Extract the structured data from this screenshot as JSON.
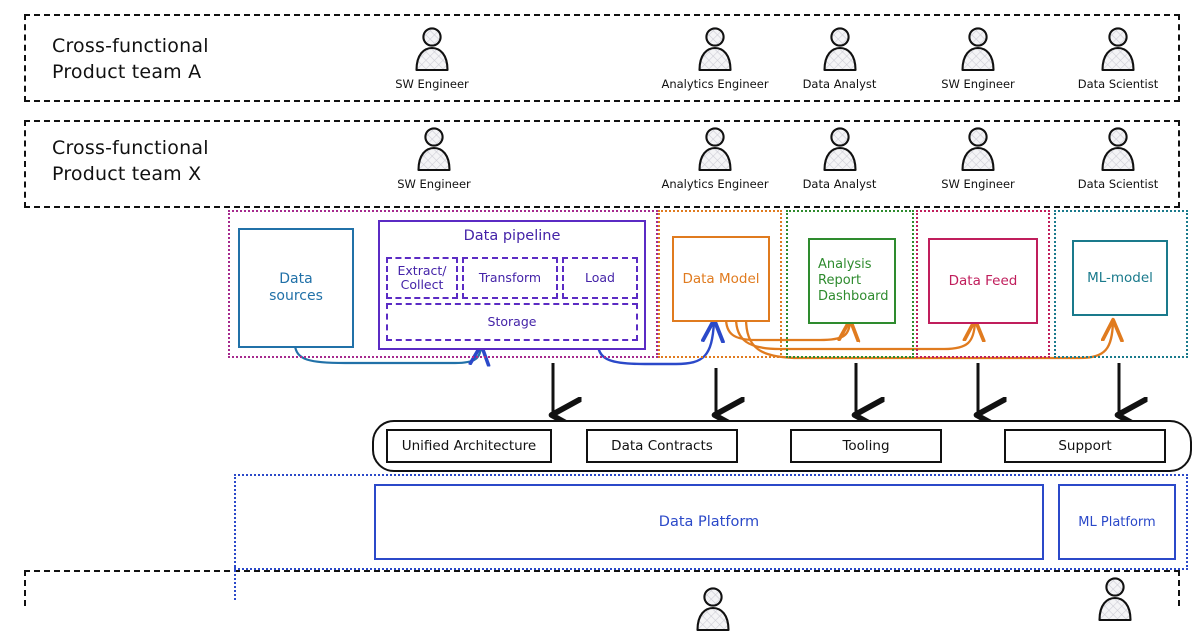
{
  "teams": [
    {
      "title": "Cross-functional\nProduct team A",
      "members": [
        {
          "role": "SW Engineer"
        },
        {
          "role": "Analytics Engineer"
        },
        {
          "role": "Data Analyst"
        },
        {
          "role": "SW Engineer"
        },
        {
          "role": "Data Scientist"
        }
      ]
    },
    {
      "title": "Cross-functional\nProduct team X",
      "members": [
        {
          "role": "SW Engineer"
        },
        {
          "role": "Analytics Engineer"
        },
        {
          "role": "Data Analyst"
        },
        {
          "role": "SW Engineer"
        },
        {
          "role": "Data Scientist"
        }
      ]
    }
  ],
  "lanes": [
    {
      "name": "data-lane",
      "color": "#a62a8e"
    },
    {
      "name": "data-model-lane",
      "color": "#e07b1f"
    },
    {
      "name": "analysis-lane",
      "color": "#2e8b2e"
    },
    {
      "name": "data-feed-lane",
      "color": "#c01e5c"
    },
    {
      "name": "ml-model-lane",
      "color": "#1a7a8c"
    }
  ],
  "nodes": {
    "data_sources": {
      "label": "Data\nsources",
      "color": "#2171a8"
    },
    "data_pipeline": {
      "label": "Data pipeline",
      "color": "#5b2bc4"
    },
    "pipeline_stages": [
      {
        "label": "Extract/\nCollect"
      },
      {
        "label": "Transform"
      },
      {
        "label": "Load"
      }
    ],
    "pipeline_storage": {
      "label": "Storage"
    },
    "data_model": {
      "label": "Data Model",
      "color": "#e07b1f"
    },
    "analysis": {
      "label": "Analysis\nReport\nDashboard",
      "color": "#2e8b2e"
    },
    "data_feed": {
      "label": "Data Feed",
      "color": "#c01e5c"
    },
    "ml_model": {
      "label": "ML-model",
      "color": "#1a7a8c"
    }
  },
  "capabilities": {
    "items": [
      {
        "label": "Unified Architecture"
      },
      {
        "label": "Data Contracts"
      },
      {
        "label": "Tooling"
      },
      {
        "label": "Support"
      }
    ]
  },
  "platform": {
    "data_platform": {
      "label": "Data Platform",
      "color": "#2b49c9"
    },
    "ml_platform": {
      "label": "ML Platform",
      "color": "#2b49c9"
    }
  },
  "icons": {
    "person": "person-icon",
    "arrow_down": "arrow-down-icon",
    "arrow_curved": "curved-arrow-icon"
  }
}
